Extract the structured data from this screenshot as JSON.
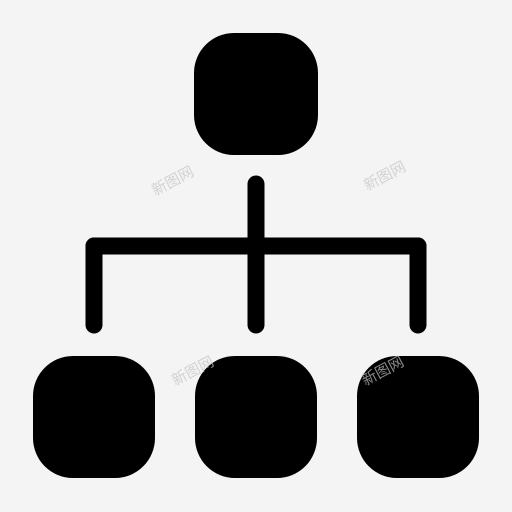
{
  "icon": {
    "name": "hierarchy-org-chart-icon",
    "fill_color": "#000000",
    "background_color": "#f4f4f4"
  },
  "watermarks": [
    "新图网",
    "新图网",
    "新图网",
    "新图网"
  ]
}
